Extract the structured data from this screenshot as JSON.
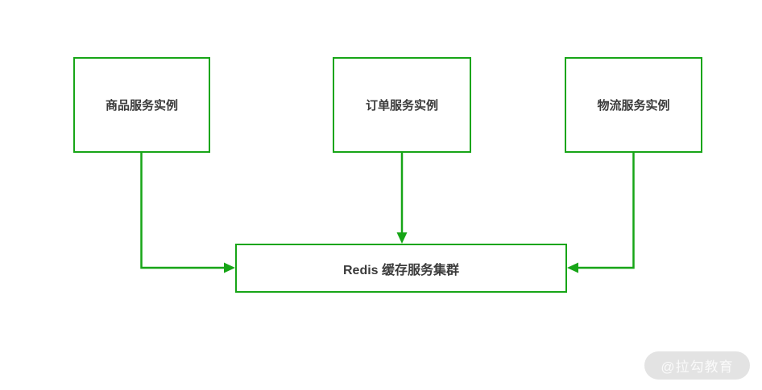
{
  "colors": {
    "line": "#17a517",
    "node_text": "#3b3b3b",
    "watermark_bg": "#e3e3e3",
    "watermark_text": "#fafafa"
  },
  "diagram": {
    "nodes": [
      {
        "id": "product",
        "label": "商品服务实例"
      },
      {
        "id": "order",
        "label": "订单服务实例"
      },
      {
        "id": "logistics",
        "label": "物流服务实例"
      },
      {
        "id": "redis",
        "label": "Redis 缓存服务集群"
      }
    ],
    "edges": [
      {
        "from": "product",
        "to": "redis"
      },
      {
        "from": "order",
        "to": "redis"
      },
      {
        "from": "logistics",
        "to": "redis"
      }
    ]
  },
  "watermark": {
    "label": "@拉勾教育"
  }
}
